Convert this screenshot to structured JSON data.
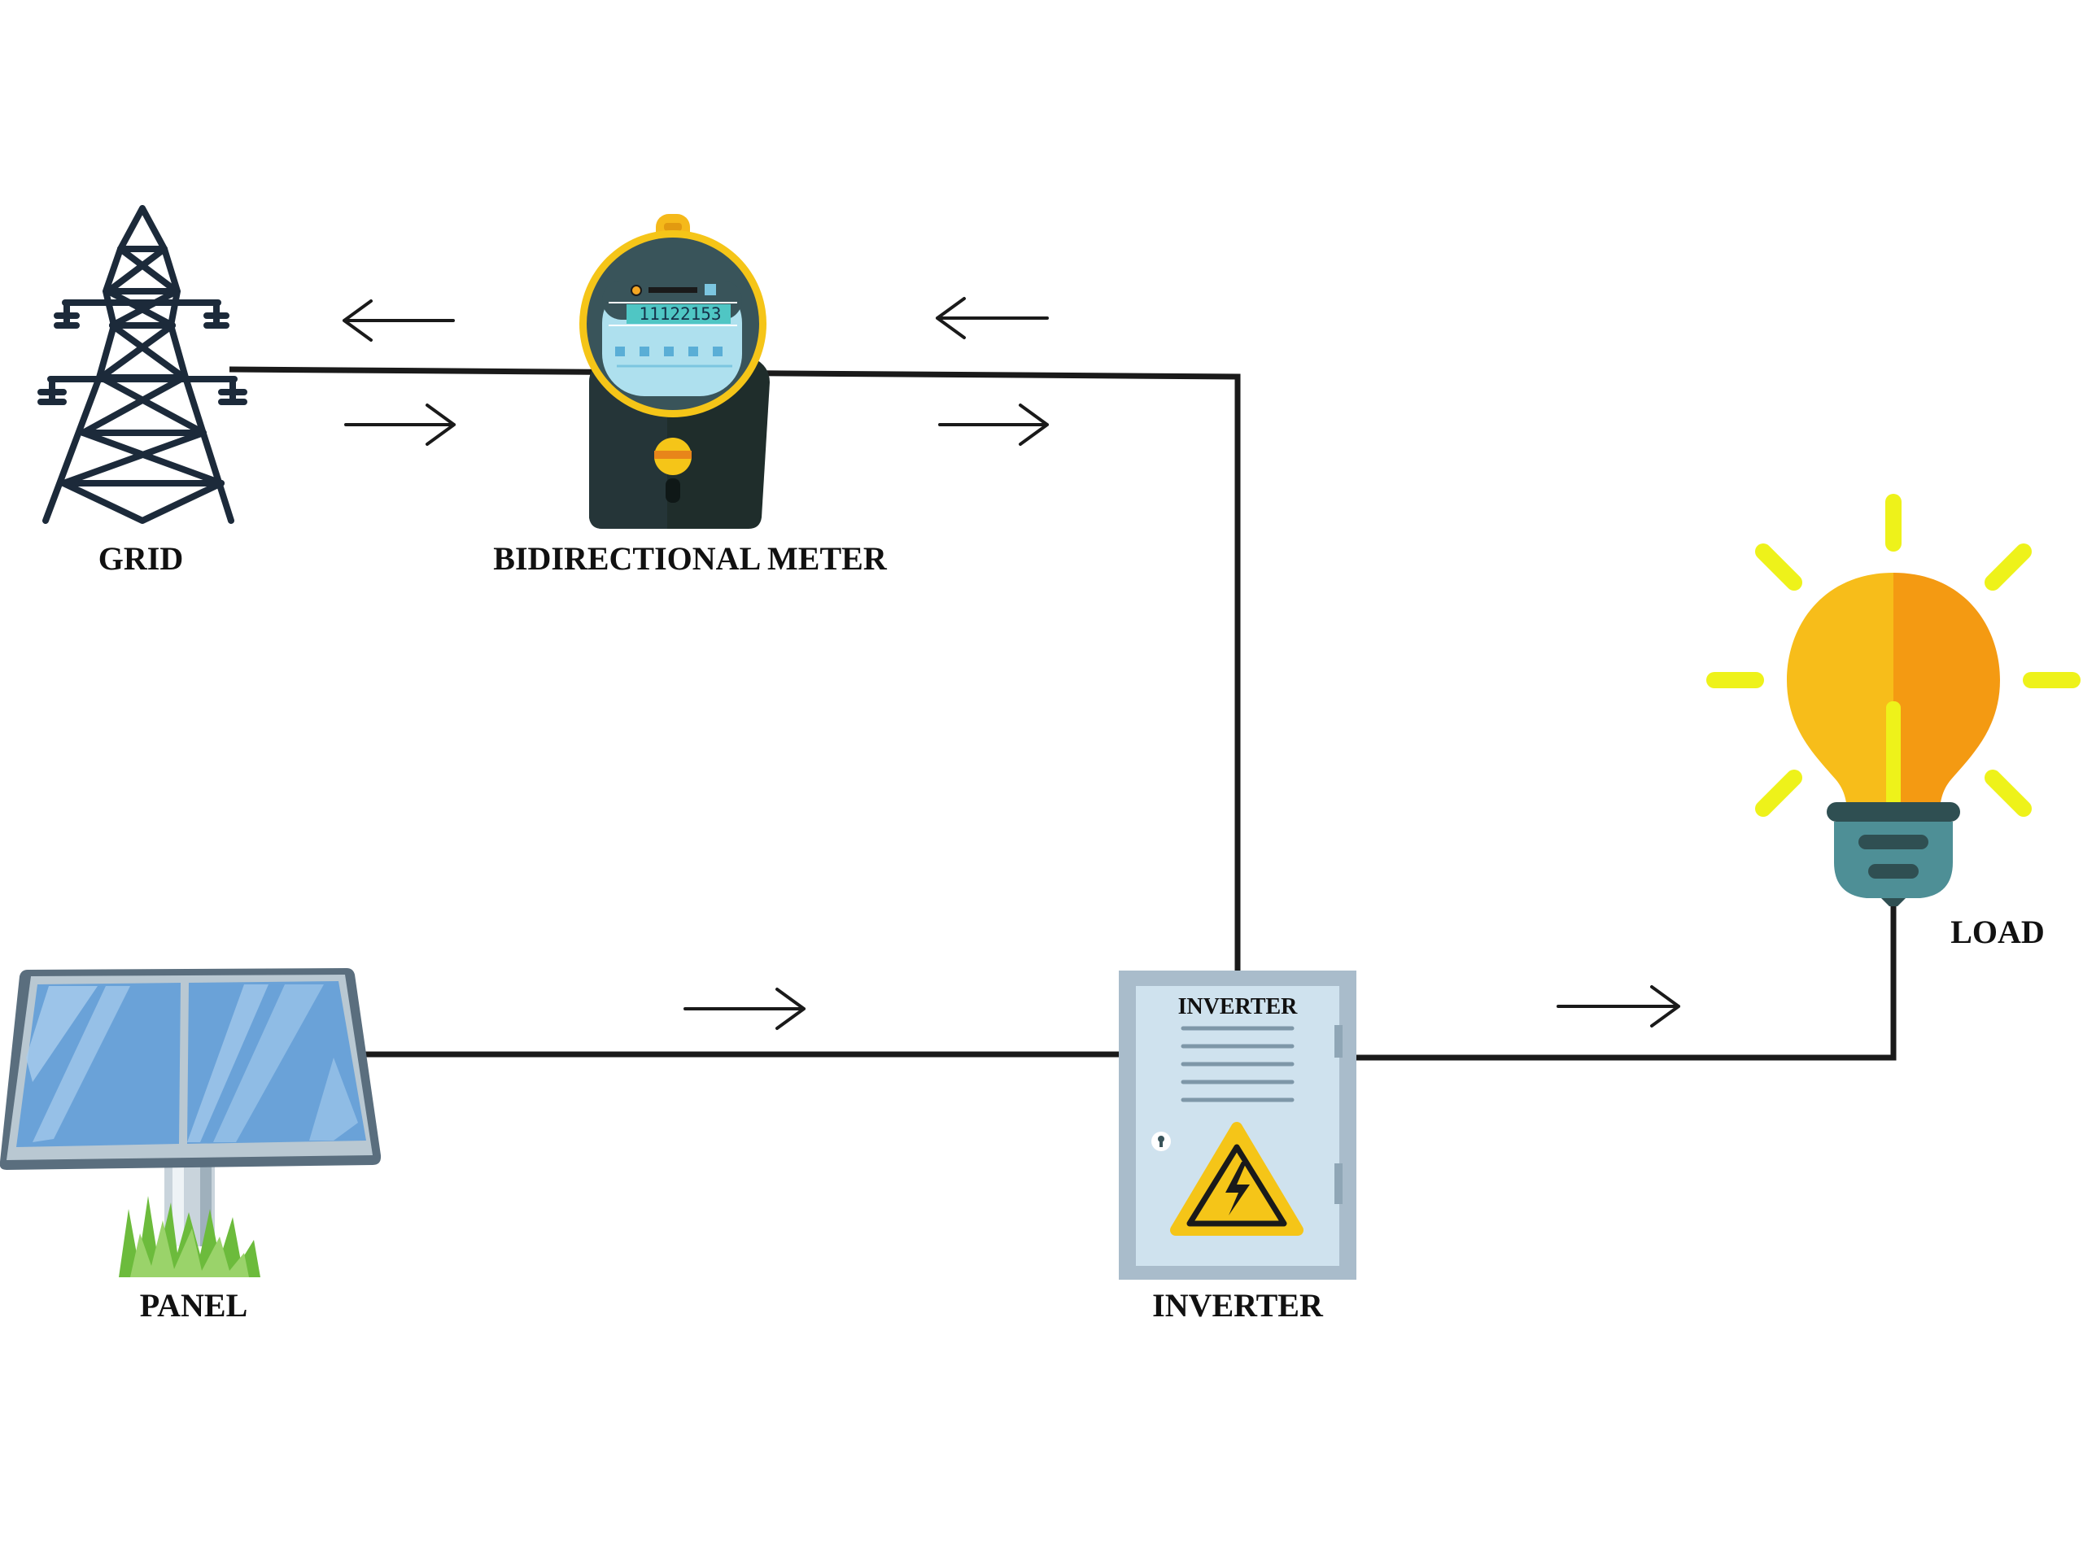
{
  "labels": {
    "grid": "GRID",
    "meter": "BIDIRECTIONAL METER",
    "load": "LOAD",
    "panel": "PANEL",
    "inverter": "INVERTER",
    "inverter_box": "INVERTER"
  },
  "meter_display": "11122153",
  "flow_arrows": [
    {
      "segment": "grid-meter",
      "direction": "left"
    },
    {
      "segment": "grid-meter",
      "direction": "right"
    },
    {
      "segment": "meter-inverter",
      "direction": "left"
    },
    {
      "segment": "meter-inverter",
      "direction": "right"
    },
    {
      "segment": "panel-inverter",
      "direction": "right"
    },
    {
      "segment": "inverter-load",
      "direction": "right"
    }
  ],
  "colors": {
    "wire": "#1a1a1a",
    "tower": "#1c2a3a",
    "meter_ring": "#f5c518",
    "meter_body": "#1f2d2b",
    "bulb_left": "#f7bd1a",
    "bulb_right": "#f49a12",
    "bulb_rays": "#eef21a",
    "bulb_base": "#4e8f96",
    "panel_glass": "#6aa2d8",
    "inverter_box": "#cfe2ee",
    "warning": "#f5c518"
  },
  "icons": [
    "transmission-tower-icon",
    "electric-meter-icon",
    "light-bulb-icon",
    "solar-panel-icon",
    "inverter-box-icon",
    "high-voltage-warning-icon"
  ]
}
